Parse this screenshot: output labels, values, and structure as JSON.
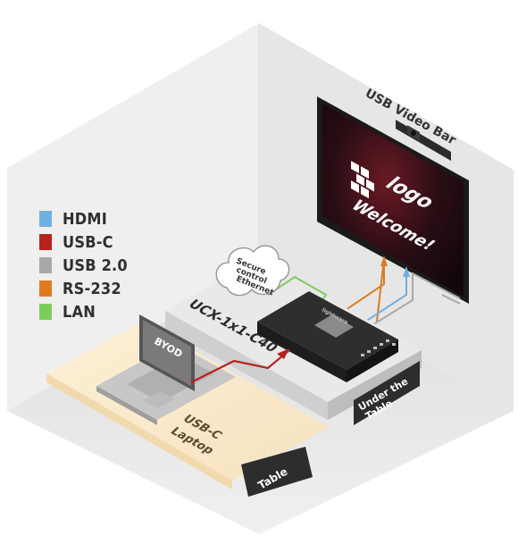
{
  "legend": {
    "items": [
      {
        "label": "HDMI",
        "color": "#6fb0e0"
      },
      {
        "label": "USB-C",
        "color": "#b5231f"
      },
      {
        "label": "USB 2.0",
        "color": "#a8a8a8"
      },
      {
        "label": "RS-232",
        "color": "#e07a1f"
      },
      {
        "label": "LAN",
        "color": "#7ccd5c"
      }
    ]
  },
  "labels": {
    "usb_video_bar": "USB Video Bar",
    "logo_text": "logo",
    "welcome": "Welcome!",
    "cloud_line1": "Secure",
    "cloud_line2": "control",
    "cloud_line3": "Ethernet",
    "device_name": "UCX-1x1-C40",
    "device_brand": "lightware",
    "byod": "BYOD",
    "laptop_line1": "USB-C",
    "laptop_line2": "Laptop",
    "under_line1": "Under the",
    "under_line2": "Table",
    "table_tag": "Table"
  }
}
